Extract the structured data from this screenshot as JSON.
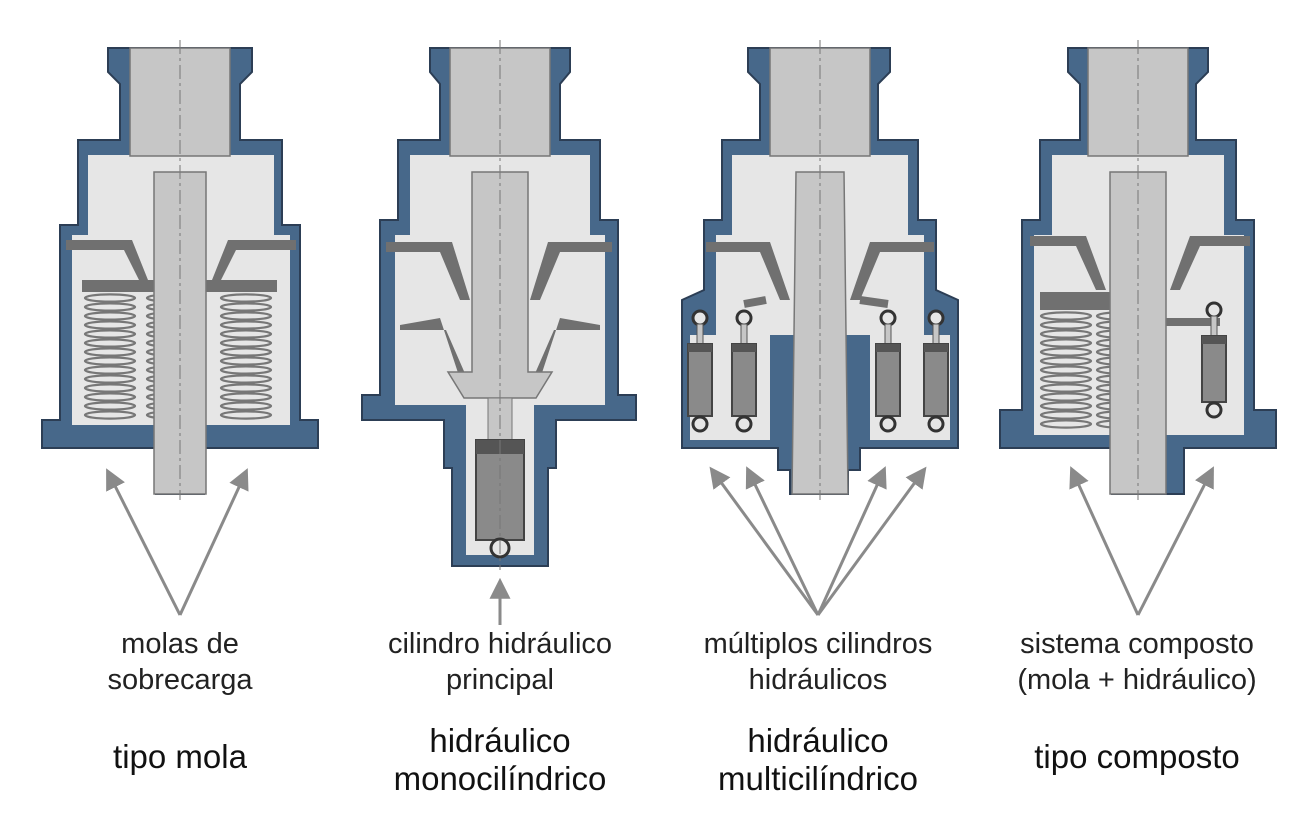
{
  "panels": [
    {
      "component_label": [
        "molas de",
        "sobrecarga"
      ],
      "type_label": [
        "tipo mola"
      ]
    },
    {
      "component_label": [
        "cilindro hidráulico",
        "principal"
      ],
      "type_label": [
        "hidráulico",
        "monocilíndrico"
      ]
    },
    {
      "component_label": [
        "múltiplos cilindros",
        "hidráulicos"
      ],
      "type_label": [
        "hidráulico",
        "multicilíndrico"
      ]
    },
    {
      "component_label": [
        "sistema composto",
        "(mola + hidráulico)"
      ],
      "type_label": [
        "tipo composto"
      ]
    }
  ],
  "colors": {
    "housing": "#47688a",
    "housing_edge": "#2c3e55",
    "interior": "#e6e6e6",
    "shaft": "#c6c6c6",
    "part_dark": "#707070",
    "cylinder": "#8a8a8a",
    "arrow": "#8a8a8a",
    "text": "#222222"
  }
}
